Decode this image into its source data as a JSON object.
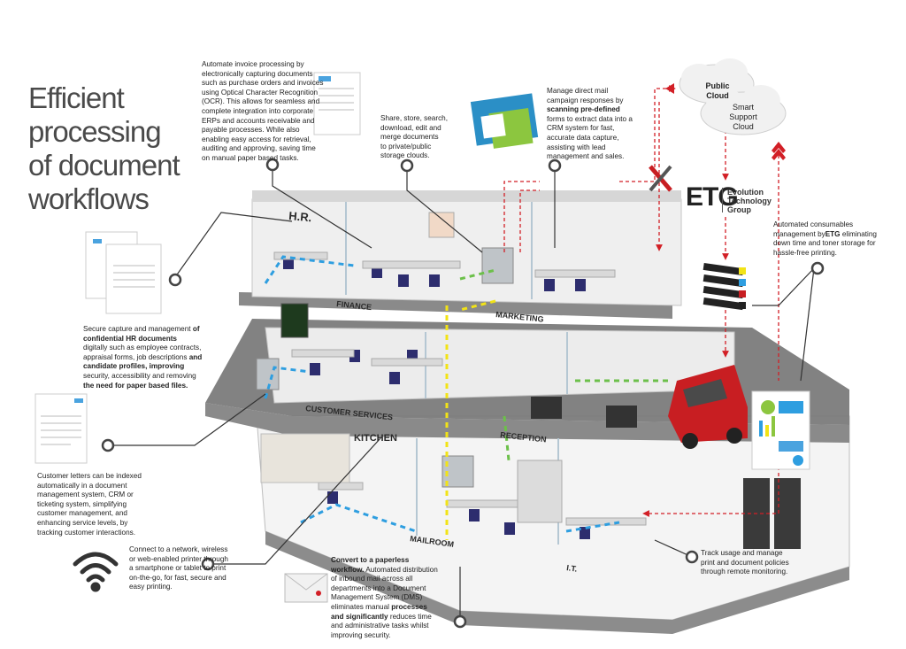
{
  "title_lines": [
    "Efficient",
    "processing",
    "of document",
    "workflows"
  ],
  "callouts": {
    "invoice": [
      "Automate invoice processing by",
      "electronically capturing documents",
      "such as purchase orders and invoices",
      "using Optical Character Recognition",
      "(OCR). This allows for seamless and",
      "complete integration into corporate",
      "ERPs and accounts receivable and",
      "payable processes. While also",
      "enabling easy access for retrieval,",
      "auditing and approving, saving time",
      "on manual paper based tasks."
    ],
    "share": [
      "Share, store, search,",
      "download, edit and",
      "merge documents",
      "to private/public",
      "storage clouds."
    ],
    "mail_pre": "Manage direct mail campaign responses by",
    "mail_bold": "scanning pre-defined",
    "mail_post": "forms to extract data into a CRM system for fast, accurate data capture, assisting with lead management and sales.",
    "consumables_pre": "Automated consumables management by",
    "consumables_bold": "ETG",
    "consumables_post": " eliminating down time and toner storage for hassle-free printing.",
    "hr_pre": "Secure capture and management",
    "hr_b1": "of confidential HR documents",
    "hr_mid": "digitally such as employee contracts, appraisal forms, job descriptions",
    "hr_b2": "and candidate profiles, improving",
    "hr_mid2": "security, accessibility and removing",
    "hr_b3": "the need for paper based files.",
    "letters": [
      "Customer letters can be indexed",
      "automatically in a document",
      "management system, CRM or",
      "ticketing system, simplifying",
      "customer management, and",
      "enhancing service levels, by",
      "tracking customer interactions."
    ],
    "wireless": [
      "Connect to a network, wireless",
      "or web-enabled printer through",
      "a smartphone or tablet to print",
      "on-the-go, for fast, secure and",
      "easy printing."
    ],
    "paperless_bold": "Convert to a paperless workflow.",
    "paperless_mid": "Automated distribution of inbound mail across all departments into a Document Management System (DMS) eliminates manual",
    "paperless_bold2": "processes and significantly",
    "paperless_post": "reduces time and administrative tasks whilst improving security.",
    "tracking": [
      "Track usage and manage",
      "print and document policies",
      "through remote monitoring."
    ]
  },
  "clouds": {
    "public": [
      "Public",
      "Cloud"
    ],
    "support": [
      "Smart",
      "Support",
      "Cloud"
    ]
  },
  "etg": {
    "logo": "ETG",
    "name_lines": [
      "Evolution",
      "Technology",
      "Group"
    ]
  },
  "room_labels": {
    "hr": "H.R.",
    "finance": "FINANCE",
    "marketing": "MARKETING",
    "customer_services": "CUSTOMER SERVICES",
    "reception": "RECEPTION",
    "kitchen": "KITCHEN",
    "mailroom": "MAILROOM",
    "it": "I.T."
  },
  "colors": {
    "accent_red": "#d21f26",
    "flow_blue": "#2e9ee0",
    "flow_green": "#6cc04a",
    "flow_yellow": "#f2e316",
    "van_red": "#c81e22",
    "text_gray": "#4a4a4a"
  }
}
